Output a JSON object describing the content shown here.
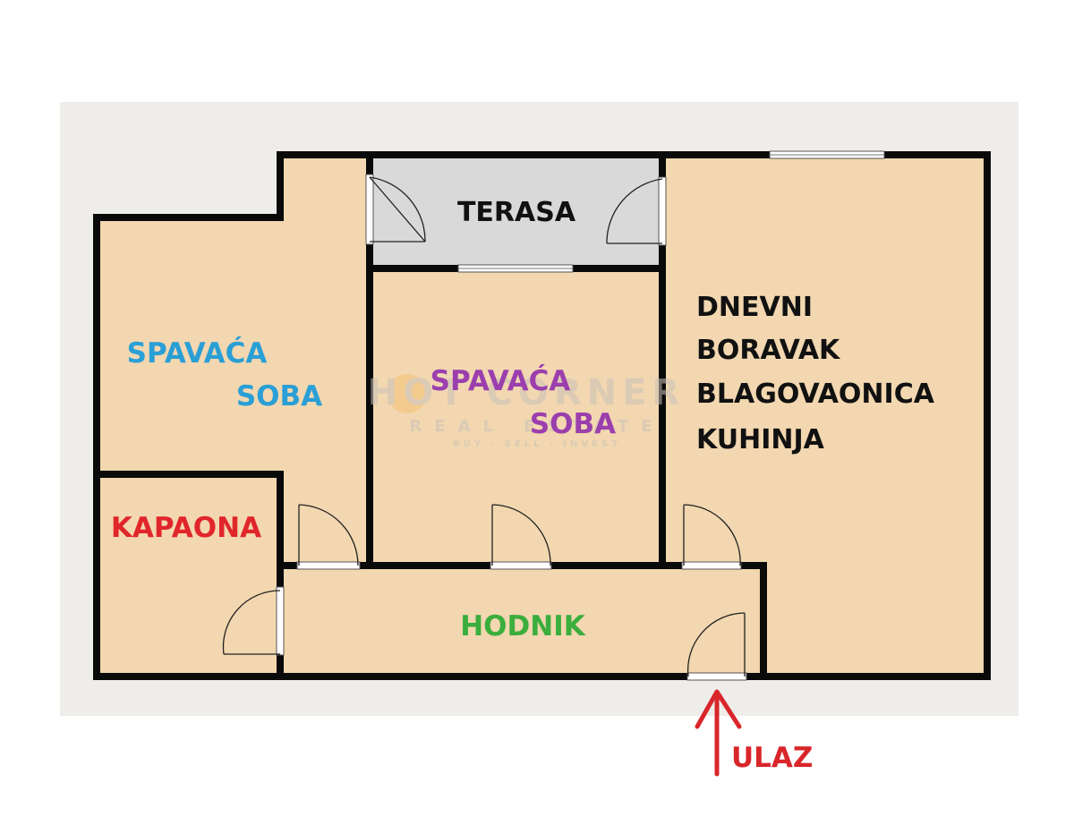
{
  "colors": {
    "background": "#ffffff",
    "mat": "#efedea",
    "floor": "#f2d7b0",
    "terrace": "#d9d9d9",
    "wall": "#0a0a0a",
    "window": "#ffffff",
    "label_dark": "#111111",
    "label_blue": "#2a9fd6",
    "label_purple": "#9b3fae",
    "label_red": "#e0262b",
    "label_green": "#3bae3d",
    "arrow": "#d9262b",
    "watermark": "#c9c1b8"
  },
  "rooms": {
    "terrace": "TERASA",
    "bedroom_left": {
      "line1": "SPAVAĆA",
      "line2": "SOBA"
    },
    "bedroom_middle": {
      "line1": "SPAVAĆA",
      "line2": "SOBA"
    },
    "living": [
      "DNEVNI",
      "BORAVAK",
      "BLAGOVAONICA",
      "KUHINJA"
    ],
    "storage": "KAPAONA",
    "hallway": "HODNIK"
  },
  "entrance": {
    "label": "ULAZ",
    "icon": "arrow-up-icon"
  },
  "watermark": {
    "line1": "HOT CORNER",
    "line2": "REAL ESTATE",
    "line3": "BUY · SELL · INVEST"
  }
}
